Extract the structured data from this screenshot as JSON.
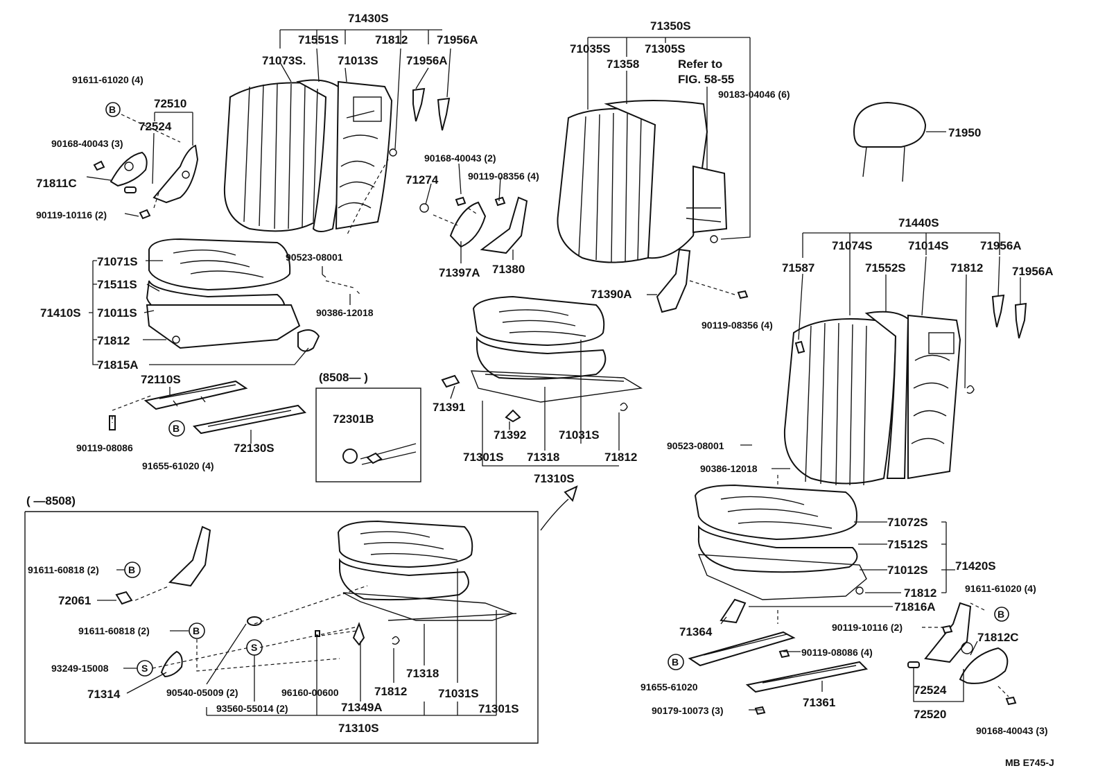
{
  "diagram": {
    "footer_code": "MB  E745-J",
    "inset_labels": {
      "from_date": "(8508—          )",
      "until_date": "(        —8508)"
    },
    "markers": {
      "b": "B",
      "s": "S"
    },
    "labels": {
      "l71430S": "71430S",
      "l71551S": "71551S",
      "l71812a": "71812",
      "l71956Aa": "71956A",
      "l71073S": "71073S.",
      "l71013S": "71013S",
      "l71956Ab": "71956A",
      "l91611_61020a": "91611-61020 (4)",
      "l72510": "72510",
      "l72524a": "72524",
      "l90168_40043a": "90168-40043 (3)",
      "l71811C": "71811C",
      "l90119_10116a": "90119-10116 (2)",
      "l71071S": "71071S",
      "l71511S": "71511S",
      "l71410S": "71410S",
      "l71011S": "71011S",
      "l71812b": "71812",
      "l71815A": "71815A",
      "l90523_08001a": "90523-08001",
      "l90386_12018a": "90386-12018",
      "l72110S": "72110S",
      "l90119_08086a": "90119-08086",
      "l91655_61020a": "91655-61020 (4)",
      "l72130S": "72130S",
      "l72301B": "72301B",
      "l90168_40043b": "90168-40043 (2)",
      "l90119_08356a": "90119-08356 (4)",
      "l71274": "71274",
      "l71397A": "71397A",
      "l71380": "71380",
      "l71350S": "71350S",
      "l71035S": "71035S",
      "l71305S": "71305S",
      "l71358": "71358",
      "lRefer1": "Refer to",
      "lRefer2": "FIG. 58-55",
      "l90183_04046": "90183-04046 (6)",
      "l71950": "71950",
      "l71390A": "71390A",
      "l90119_08356b": "90119-08356 (4)",
      "l71391": "71391",
      "l71392": "71392",
      "l71031Sa": "71031S",
      "l71301Sa": "71301S",
      "l71318a": "71318",
      "l71812c": "71812",
      "l71310Sa": "71310S",
      "l71440S": "71440S",
      "l71074S": "71074S",
      "l71014S": "71014S",
      "l71956Ac": "71956A",
      "l71587": "71587",
      "l71552S": "71552S",
      "l71812d": "71812",
      "l71956Ad": "71956A",
      "l90523_08001b": "90523-08001",
      "l90386_12018b": "90386-12018",
      "l71072S": "71072S",
      "l71512S": "71512S",
      "l71420S": "71420S",
      "l71012S": "71012S",
      "l71812e": "71812",
      "l71816A": "71816A",
      "l91611_61020b": "91611-61020 (4)",
      "l90119_10116b": "90119-10116 (2)",
      "l71812C": "71812C",
      "l71364": "71364",
      "l90119_08086b": "90119-08086 (4)",
      "l91655_61020b": "91655-61020",
      "l72524b": "72524",
      "l90179_10073": "90179-10073 (3)",
      "l71361": "71361",
      "l72520": "72520",
      "l90168_40043c": "90168-40043 (3)",
      "l91611_60818a": "91611-60818 (2)",
      "l72061": "72061",
      "l91611_60818b": "91611-60818 (2)",
      "l93249_15008": "93249-15008",
      "l71314": "71314",
      "l90540_05009": "90540-05009 (2)",
      "l96160_00600": "96160-00600",
      "l71812f": "71812",
      "l71318b": "71318",
      "l71031Sb": "71031S",
      "l93560_55014": "93560-55014 (2)",
      "l71349A": "71349A",
      "l71301Sb": "71301S",
      "l71310Sb": "71310S"
    }
  }
}
